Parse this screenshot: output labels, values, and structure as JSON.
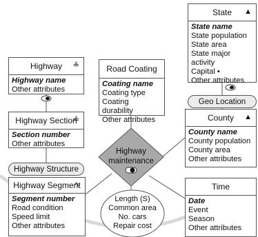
{
  "entities": {
    "highway": {
      "title": "Highway",
      "icon": "line-split-icon",
      "key": "Highway name",
      "attrs": [
        "Other attributes"
      ]
    },
    "highway_section": {
      "title": "Highway Section",
      "icon": "line-split-icon",
      "key": "Section number",
      "attrs": [
        "Other attributes"
      ]
    },
    "highway_segment": {
      "title": "Highway Segment",
      "icon": "wave-icon",
      "key": "Segment number",
      "attrs": [
        "Road condition",
        "Speed limit",
        "Other attributes"
      ]
    },
    "road_coating": {
      "title": "Road Coating",
      "key": "Coating name",
      "attrs": [
        "Coating type",
        "Coating durability",
        "Other attributes"
      ]
    },
    "state": {
      "title": "State",
      "icon": "region-icon",
      "key": "State name",
      "attrs": [
        "State population",
        "State area",
        "State major activity",
        "Capital •",
        "Other attributes"
      ]
    },
    "county": {
      "title": "County",
      "icon": "region-icon",
      "key": "County name",
      "attrs": [
        "County population",
        "County area",
        "Other attributes"
      ]
    },
    "time": {
      "title": "Time",
      "key": "Date",
      "attrs": [
        "Event",
        "Season",
        "Other attributes"
      ]
    }
  },
  "hierarchies": {
    "highway_structure": "Highway Structure",
    "geo_location": "Geo Location"
  },
  "fact": {
    "name": "Highway maintenance",
    "line1": "Highway",
    "line2": "maintenance",
    "measures": [
      "Length (S)",
      "Common area",
      "No. cars",
      "Repair cost"
    ]
  },
  "colors": {
    "pill_fill": "#ececec",
    "diamond_fill": "#a9a9a9",
    "line": "#555555"
  }
}
